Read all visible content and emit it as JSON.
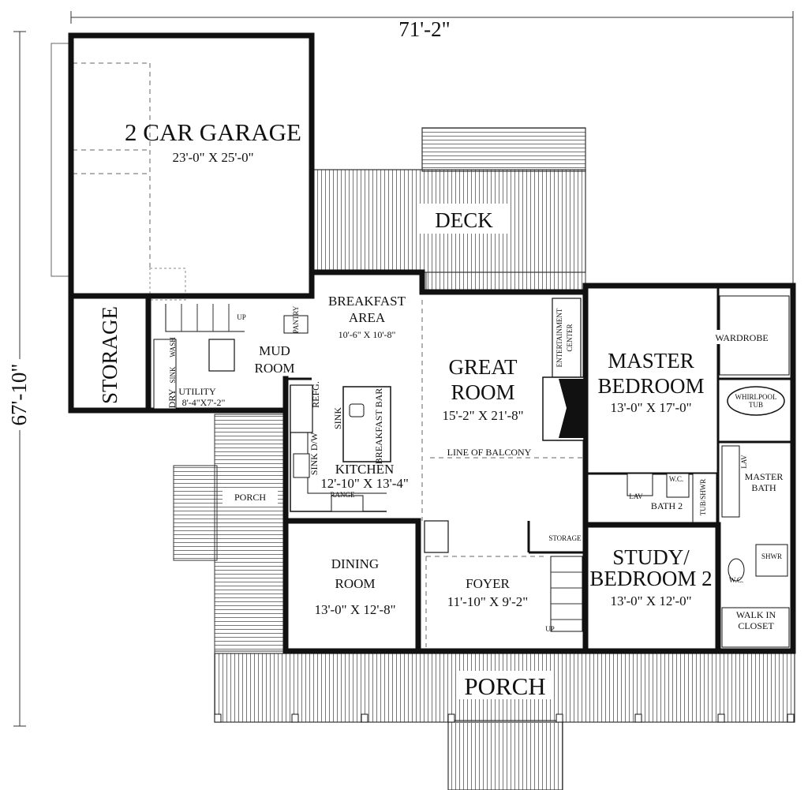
{
  "dimensions": {
    "width": "71'-2\"",
    "depth": "67'-10\""
  },
  "rooms": {
    "garage": {
      "name": "2 CAR GARAGE",
      "size": "23'-0\" X 25'-0\""
    },
    "deck": {
      "name": "DECK"
    },
    "storage": {
      "name": "STORAGE"
    },
    "mud_room": {
      "line1": "MUD",
      "line2": "ROOM"
    },
    "utility": {
      "name": "UTILITY",
      "size": "8'-4\"X7'-2\"",
      "wash": "WASH",
      "dry": "DRY",
      "sink": "SINK"
    },
    "pantry": {
      "name": "PANTRY"
    },
    "up_stair_mud": {
      "name": "UP"
    },
    "breakfast": {
      "line1": "BREAKFAST",
      "line2": "AREA",
      "size": "10'-6\" X 10'-8\""
    },
    "great_room": {
      "line1": "GREAT",
      "line2": "ROOM",
      "size": "15'-2\" X 21'-8\""
    },
    "entertainment": {
      "line1": "ENTERTAINMENT",
      "line2": "CENTER"
    },
    "balcony": {
      "name": "LINE OF BALCONY"
    },
    "master_bedroom": {
      "line1": "MASTER",
      "line2": "BEDROOM",
      "size": "13'-0\" X 17'-0\""
    },
    "wardrobe": {
      "name": "WARDROBE"
    },
    "whirlpool": {
      "line1": "WHIRLPOOL",
      "line2": "TUB"
    },
    "master_bath": {
      "line1": "MASTER",
      "line2": "BATH",
      "lav": "LAV",
      "shwr": "SHWR",
      "wc": "W.C."
    },
    "bath2": {
      "name": "BATH 2",
      "lav": "LAV",
      "wc": "W.C.",
      "tub": "TUB/SHWR"
    },
    "kitchen": {
      "name": "KITCHEN",
      "size": "12'-10\" X 13'-4\"",
      "refg": "REFG.",
      "sink": "SINK",
      "sink_dw": "SINK D/W",
      "bar": "BREAKFAST BAR",
      "range": "RANGE"
    },
    "porch_side": {
      "name": "PORCH"
    },
    "dining": {
      "line1": "DINING",
      "line2": "ROOM",
      "size": "13'-0\" X 12'-8\""
    },
    "foyer": {
      "name": "FOYER",
      "size": "11'-10\" X 9'-2\"",
      "storage": "STORAGE",
      "up": "UP"
    },
    "study": {
      "line1": "STUDY/",
      "line2": "BEDROOM 2",
      "size": "13'-0\" X 12'-0\""
    },
    "walk_in_closet": {
      "line1": "WALK IN",
      "line2": "CLOSET"
    },
    "porch_front": {
      "name": "PORCH"
    }
  },
  "colors": {
    "ink": "#111111",
    "paper": "#ffffff",
    "hatch": "#777777"
  }
}
